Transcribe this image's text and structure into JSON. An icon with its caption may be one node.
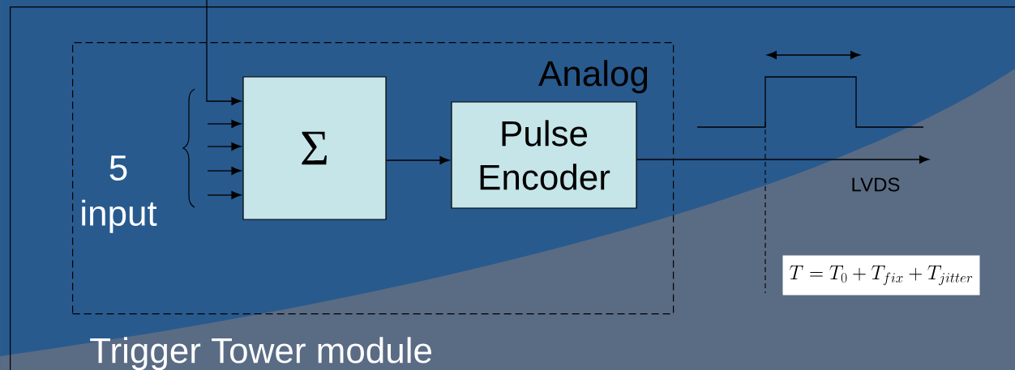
{
  "diagram": {
    "nodes": [
      {
        "text": [
          "Trigger Tower module"
        ]
      },
      {
        "text": [
          "Analog"
        ],
        "in": 0
      },
      {
        "text": [
          "Σ"
        ],
        "in": 1
      },
      {
        "text": [
          "Pulse Encoder"
        ],
        "in": 1
      }
    ],
    "edges": [
      {
        "from": null,
        "to": 2,
        "arrow": "to"
      },
      {
        "from": null,
        "to": 2,
        "arrow": "to"
      },
      {
        "from": null,
        "to": 2,
        "arrow": "to"
      },
      {
        "from": null,
        "to": 2,
        "arrow": "to"
      },
      {
        "from": null,
        "to": 2,
        "arrow": "to"
      },
      {
        "from": 2,
        "to": 3,
        "arrow": "to"
      },
      {
        "from": 3,
        "to": null,
        "arrow": "to",
        "label": "LVDS"
      }
    ],
    "labels": [
      "5 input",
      "T = T_0 + T_{fix} + T_{jitter}"
    ]
  }
}
